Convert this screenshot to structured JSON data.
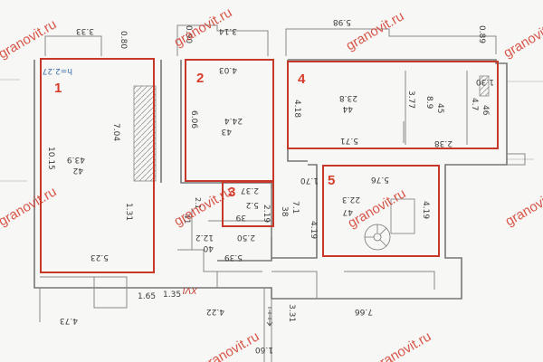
{
  "watermark": "granovit.ru",
  "rooms": [
    {
      "label": "1",
      "height_note": "h=2.27",
      "area": "43.9",
      "num": "42",
      "d1": "7.04",
      "d2": "10.15",
      "d3": "1.31",
      "d4": "5.23"
    },
    {
      "label": "2",
      "area": "24.4",
      "num": "43",
      "d1": "4.03",
      "d2": "6.06"
    },
    {
      "label": "3",
      "area": "5.2",
      "num": "39",
      "d1": "2.37",
      "d2": "2.19"
    },
    {
      "label": "4",
      "area": "23.8",
      "num": "44",
      "d1": "4.18",
      "d2": "5.71",
      "d3": "3.77",
      "d4": "2.38",
      "d5": "1.30",
      "sub": [
        {
          "num": "45",
          "area": "8.9"
        },
        {
          "num": "46",
          "area": "4.7"
        }
      ]
    },
    {
      "label": "5",
      "area": "22.3",
      "num": "47",
      "d1": "5.76",
      "d2": "4.19"
    }
  ],
  "other": {
    "d_333": "3.33",
    "d_080": "0.80",
    "d_090": "0.90",
    "d_314": "3.14",
    "d_598": "5.98",
    "d_089": "0.89",
    "d_170": "1.70",
    "d_71": "7.1",
    "n_38": "38",
    "d_419b": "4.19",
    "r40_num": "40",
    "r40_area": "12.2",
    "d_250": "2.50",
    "d_539": "5.39",
    "n_41": "41",
    "d_21": "2.1",
    "d_165": "1.65",
    "d_135": "1.35",
    "d_473": "4.73",
    "d_422": "4.22",
    "d_331": "3.31",
    "d_160": "1.60",
    "d_766": "7.66",
    "roman": "XVI"
  }
}
